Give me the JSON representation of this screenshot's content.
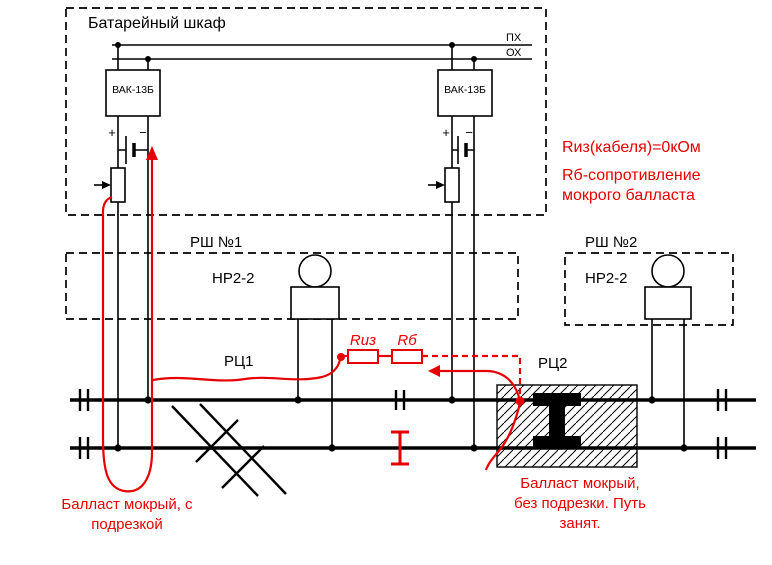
{
  "colors": {
    "red": "#e60000",
    "black": "#000000",
    "background": "#ffffff"
  },
  "battery_cabinet": {
    "title": "Батарейный шкаф",
    "units": [
      {
        "label": "ВАК-13Б",
        "plus": "+",
        "minus": "−"
      },
      {
        "label": "ВАК-13Б",
        "plus": "+",
        "minus": "−"
      }
    ]
  },
  "bus": {
    "px_label": "ПХ",
    "ox_label": "ОХ"
  },
  "relay_cabinets": [
    {
      "title": "РШ №1",
      "relay_label": "НР2-2"
    },
    {
      "title": "РШ №2",
      "relay_label": "НР2-2"
    }
  ],
  "track": {
    "rc1_label": "РЦ1",
    "rc2_label": "РЦ2"
  },
  "fault_resistors": {
    "r_iz_label": "Rиз",
    "r_b_label": "Rб"
  },
  "annotations": {
    "cable_note": "Rиз(кабеля)=0кОм",
    "ballast_note_line1": "Rб-сопротивление",
    "ballast_note_line2": "мокрого балласта",
    "ballast_left_line1": "Балласт мокрый, с",
    "ballast_left_line2": "подрезкой",
    "ballast_right_line1": "Балласт мокрый,",
    "ballast_right_line2": "без подрезки. Путь",
    "ballast_right_line3": "занят."
  }
}
